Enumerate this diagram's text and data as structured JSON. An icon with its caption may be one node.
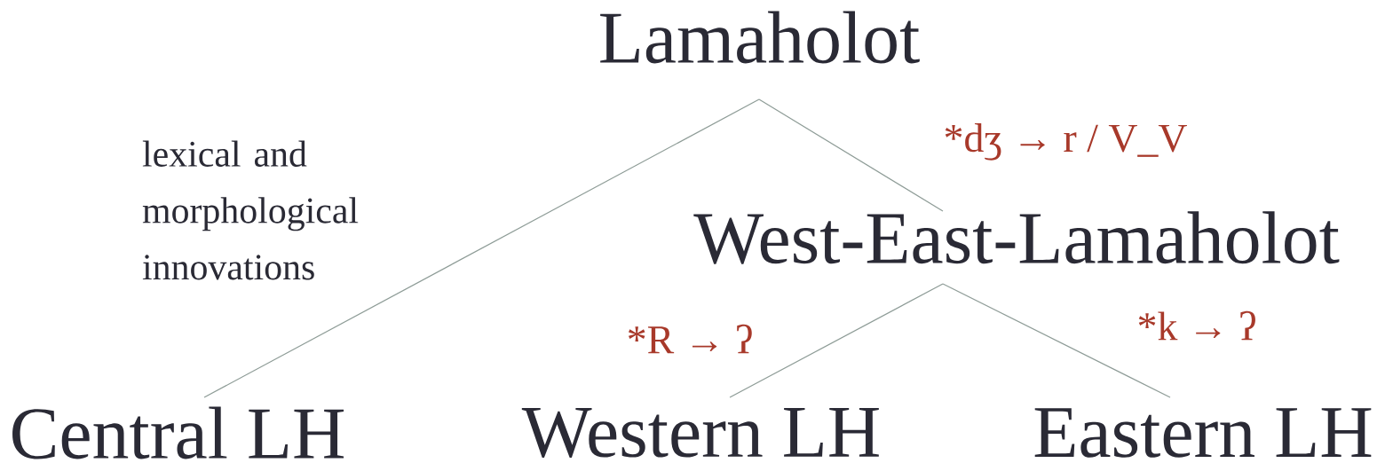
{
  "diagram": {
    "nodes": [
      {
        "text": [
          "Lamaholot"
        ]
      },
      {
        "text": [
          "Central LH"
        ]
      },
      {
        "text": [
          "West-East-Lamaholot"
        ]
      },
      {
        "text": [
          "Western LH"
        ]
      },
      {
        "text": [
          "Eastern LH"
        ]
      }
    ],
    "edges": [
      {
        "from": 0,
        "to": 1,
        "arrow": "none"
      },
      {
        "from": 0,
        "to": 2,
        "arrow": "none"
      },
      {
        "from": 2,
        "to": 3,
        "arrow": "none"
      },
      {
        "from": 2,
        "to": 4,
        "arrow": "none"
      }
    ],
    "labels": [
      "lexical and morphological innovations",
      "*dʒ → r / V_V",
      "*R → ʔ",
      "*k → ʔ"
    ]
  }
}
